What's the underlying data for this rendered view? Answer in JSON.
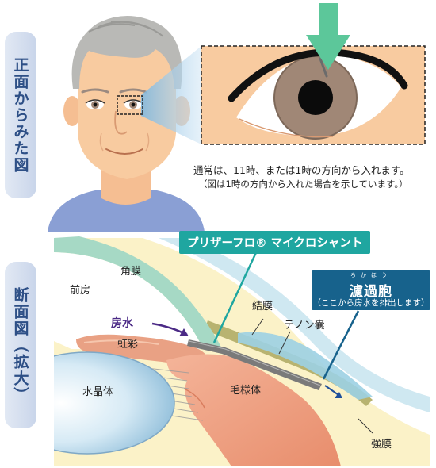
{
  "sections": {
    "front_view_label": "正面からみた図",
    "cross_section_label": "断面図（拡大）"
  },
  "captions": {
    "line1": "通常は、11時、または1時の方向から入れます。",
    "line2": "（図は1時の方向から入れた場合を示しています。）"
  },
  "product": {
    "name": "プリザーフロ® マイクロシャント"
  },
  "bleb": {
    "title": "濾過胞",
    "ruby": "ろかほう",
    "subtitle": "（ここから房水を排出します）"
  },
  "anatomy": {
    "cornea": "角膜",
    "anterior_chamber": "前房",
    "aqueous_humor": "房水",
    "iris": "虹彩",
    "conjunctiva": "結膜",
    "tenon_capsule": "テノン嚢",
    "lens": "水晶体",
    "ciliary_body": "毛様体",
    "sclera": "強膜"
  },
  "colors": {
    "tab_text": "#2d4f86",
    "product_teal": "#1fa6a0",
    "bleb_navy": "#17628c",
    "arrow_green": "#5cc79a",
    "aqueous_purple": "#4b2a86",
    "skin": "#f8cba0",
    "iris_brown": "#a08776"
  }
}
